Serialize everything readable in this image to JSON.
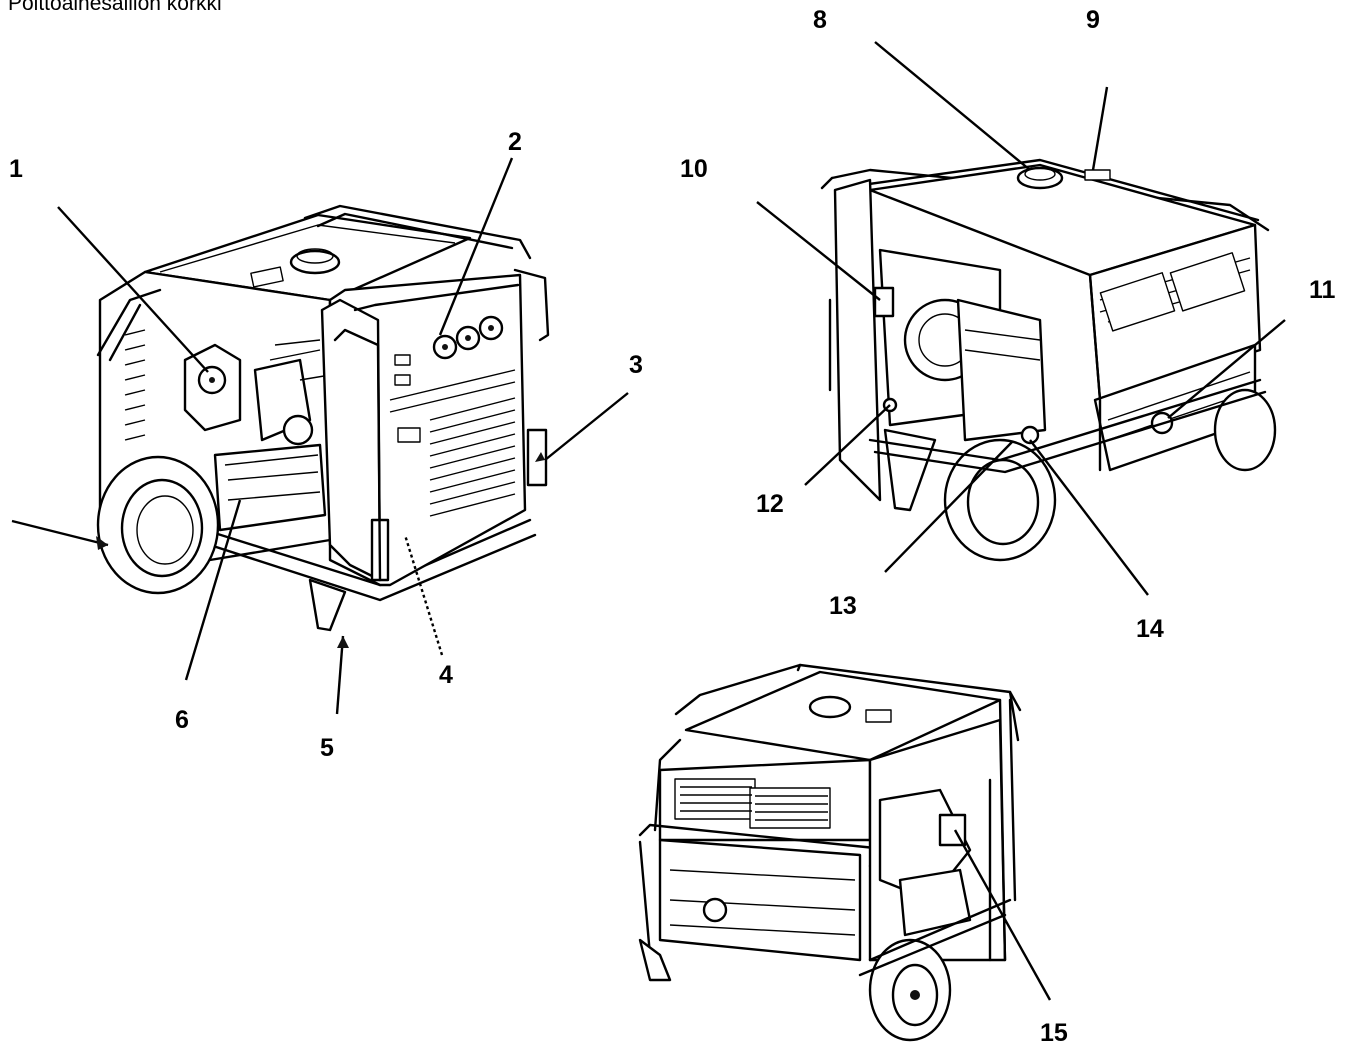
{
  "caption": "Polttoainesäiliön korkki",
  "callouts": [
    "1",
    "2",
    "3",
    "4",
    "5",
    "6",
    "8",
    "9",
    "10",
    "11",
    "12",
    "13",
    "14",
    "15"
  ]
}
